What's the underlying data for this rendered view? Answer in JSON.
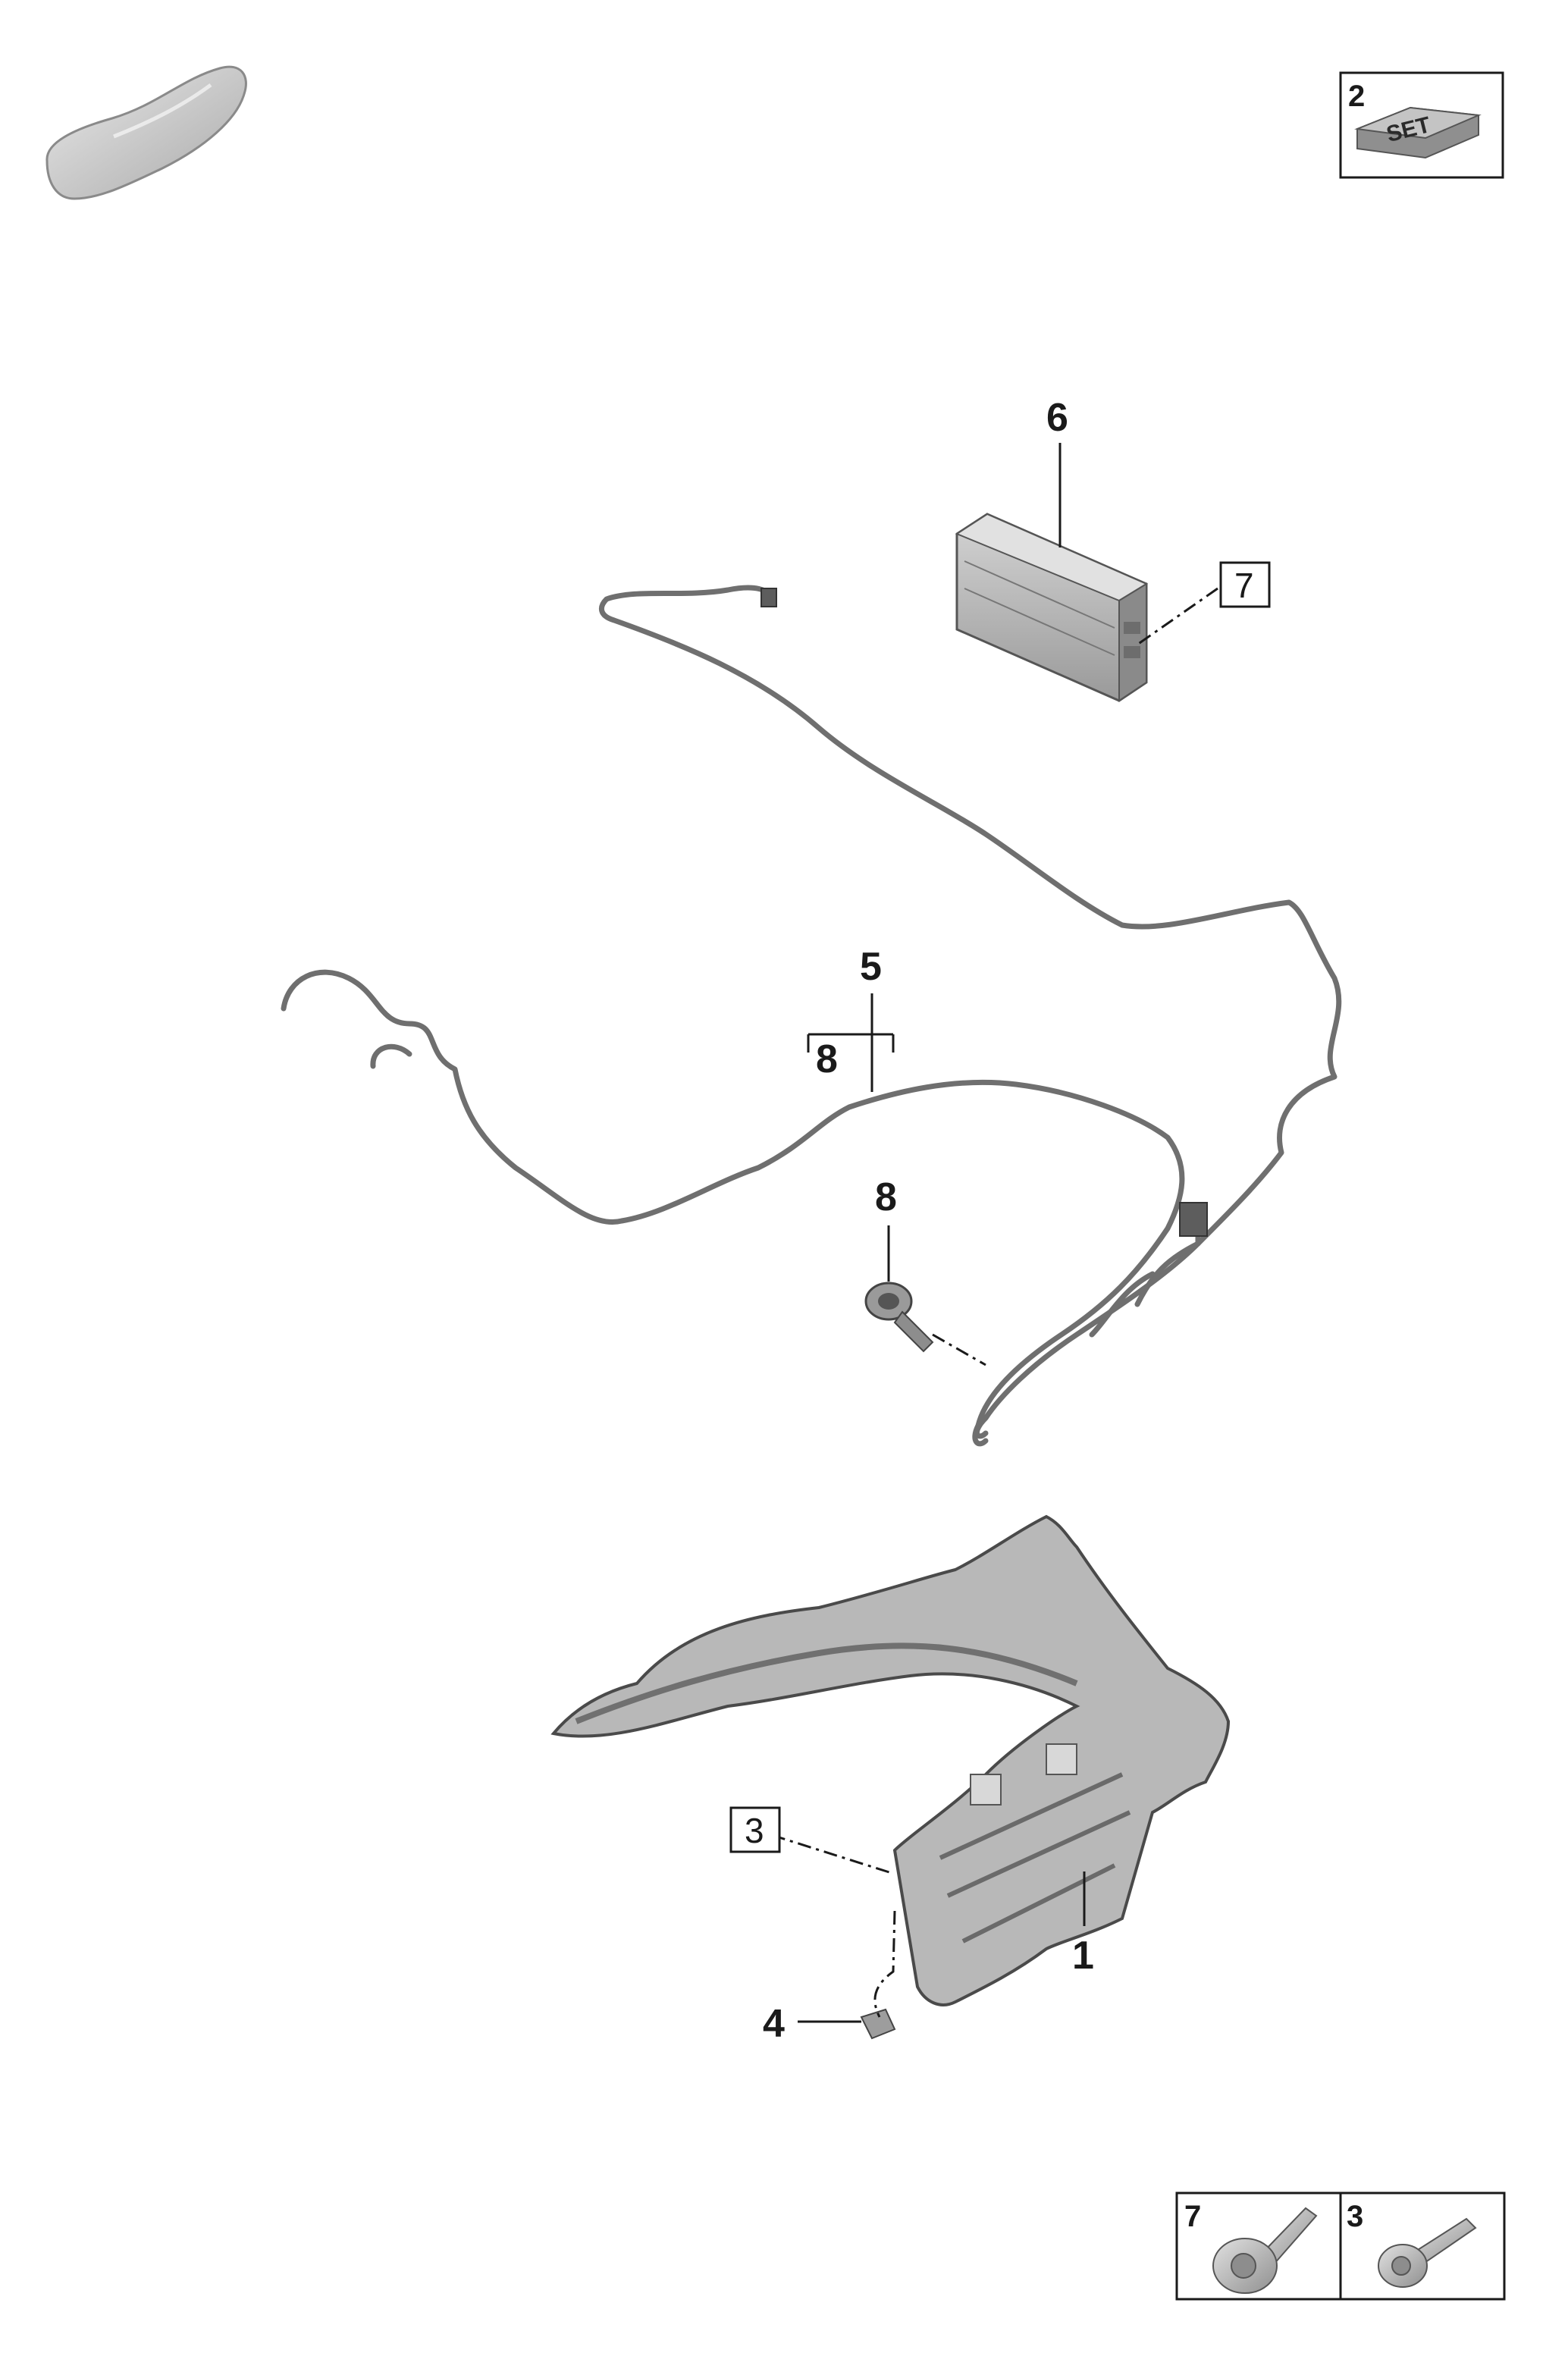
{
  "callouts": {
    "c1": "1",
    "c4": "4",
    "c5": "5",
    "c6": "6",
    "c8": "8",
    "c8_sub": "8"
  },
  "boxed_refs": {
    "r3": "3",
    "r7": "7"
  },
  "set_badge": {
    "number": "2",
    "text": "SET"
  },
  "fastener_legend": {
    "left_number": "7",
    "right_number": "3"
  }
}
